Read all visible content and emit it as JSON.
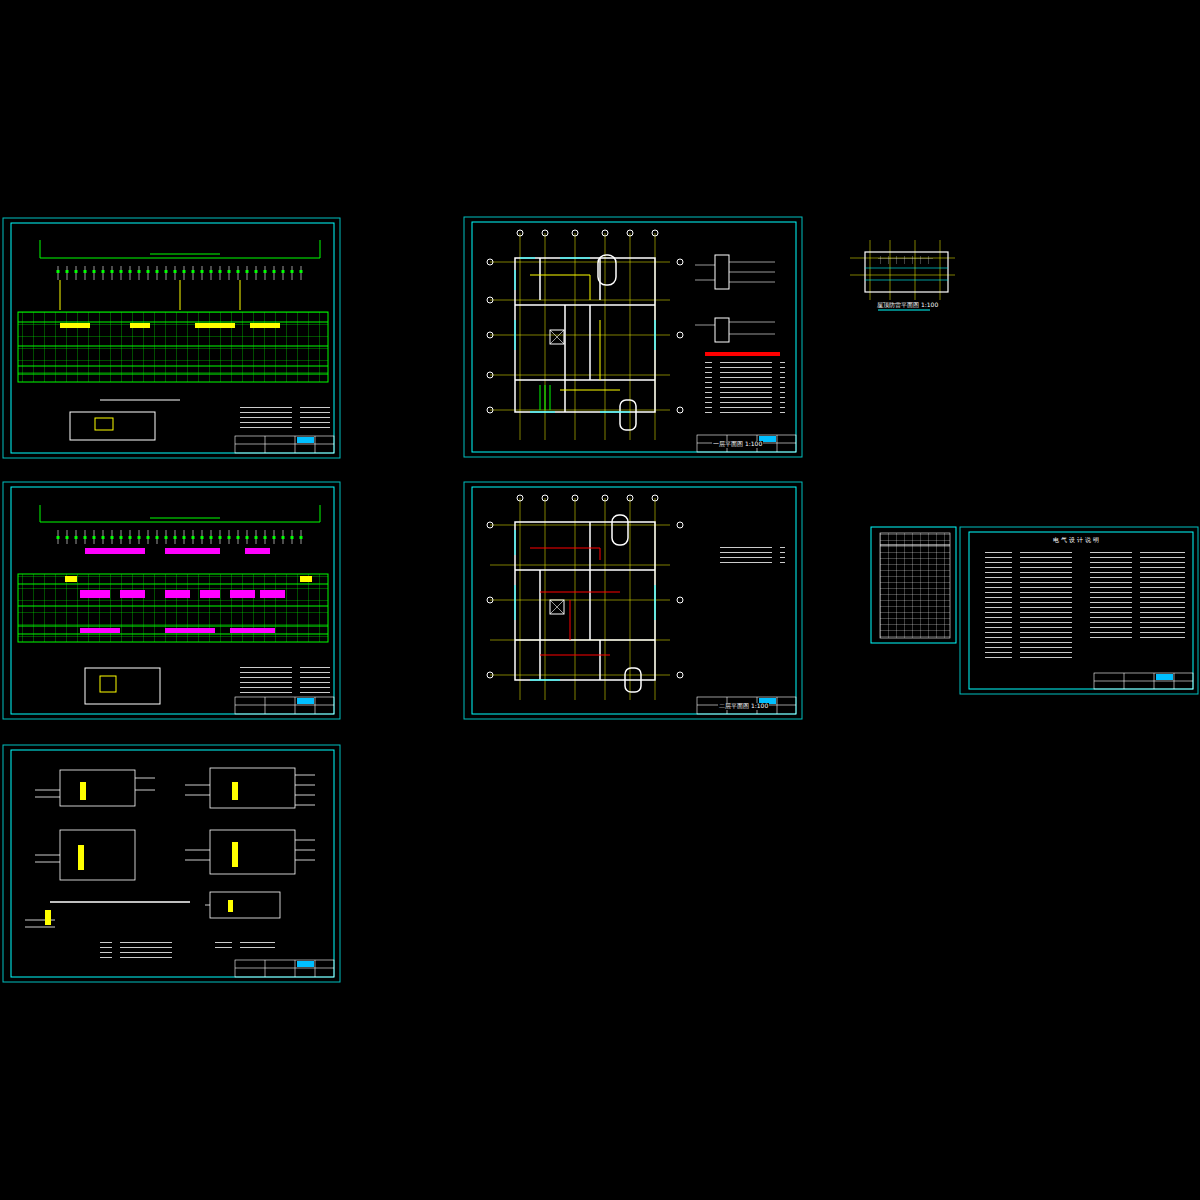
{
  "diagram": {
    "labels": [
      "一层平面图 1:100",
      "二层平面图 1:100",
      "屋顶防雷平面图 1:100",
      "电 气 设 计 说 明"
    ]
  }
}
